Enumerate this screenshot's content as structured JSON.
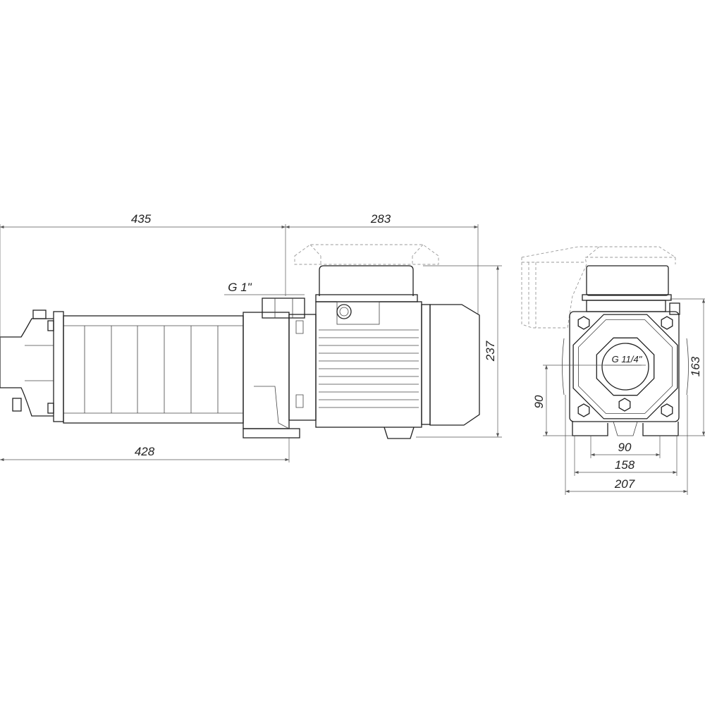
{
  "title": "Pump dimensional drawing",
  "side_view": {
    "dim_pump_length": "435",
    "dim_motor_length": "283",
    "dim_base_length": "428",
    "dim_height": "237",
    "port_label": "G 1\""
  },
  "front_view": {
    "dim_height": "163",
    "dim_axis_height": "90",
    "dim_foot_spacing": "90",
    "dim_foot_width": "158",
    "dim_total_width": "207",
    "port_label": "G 11/4\""
  }
}
